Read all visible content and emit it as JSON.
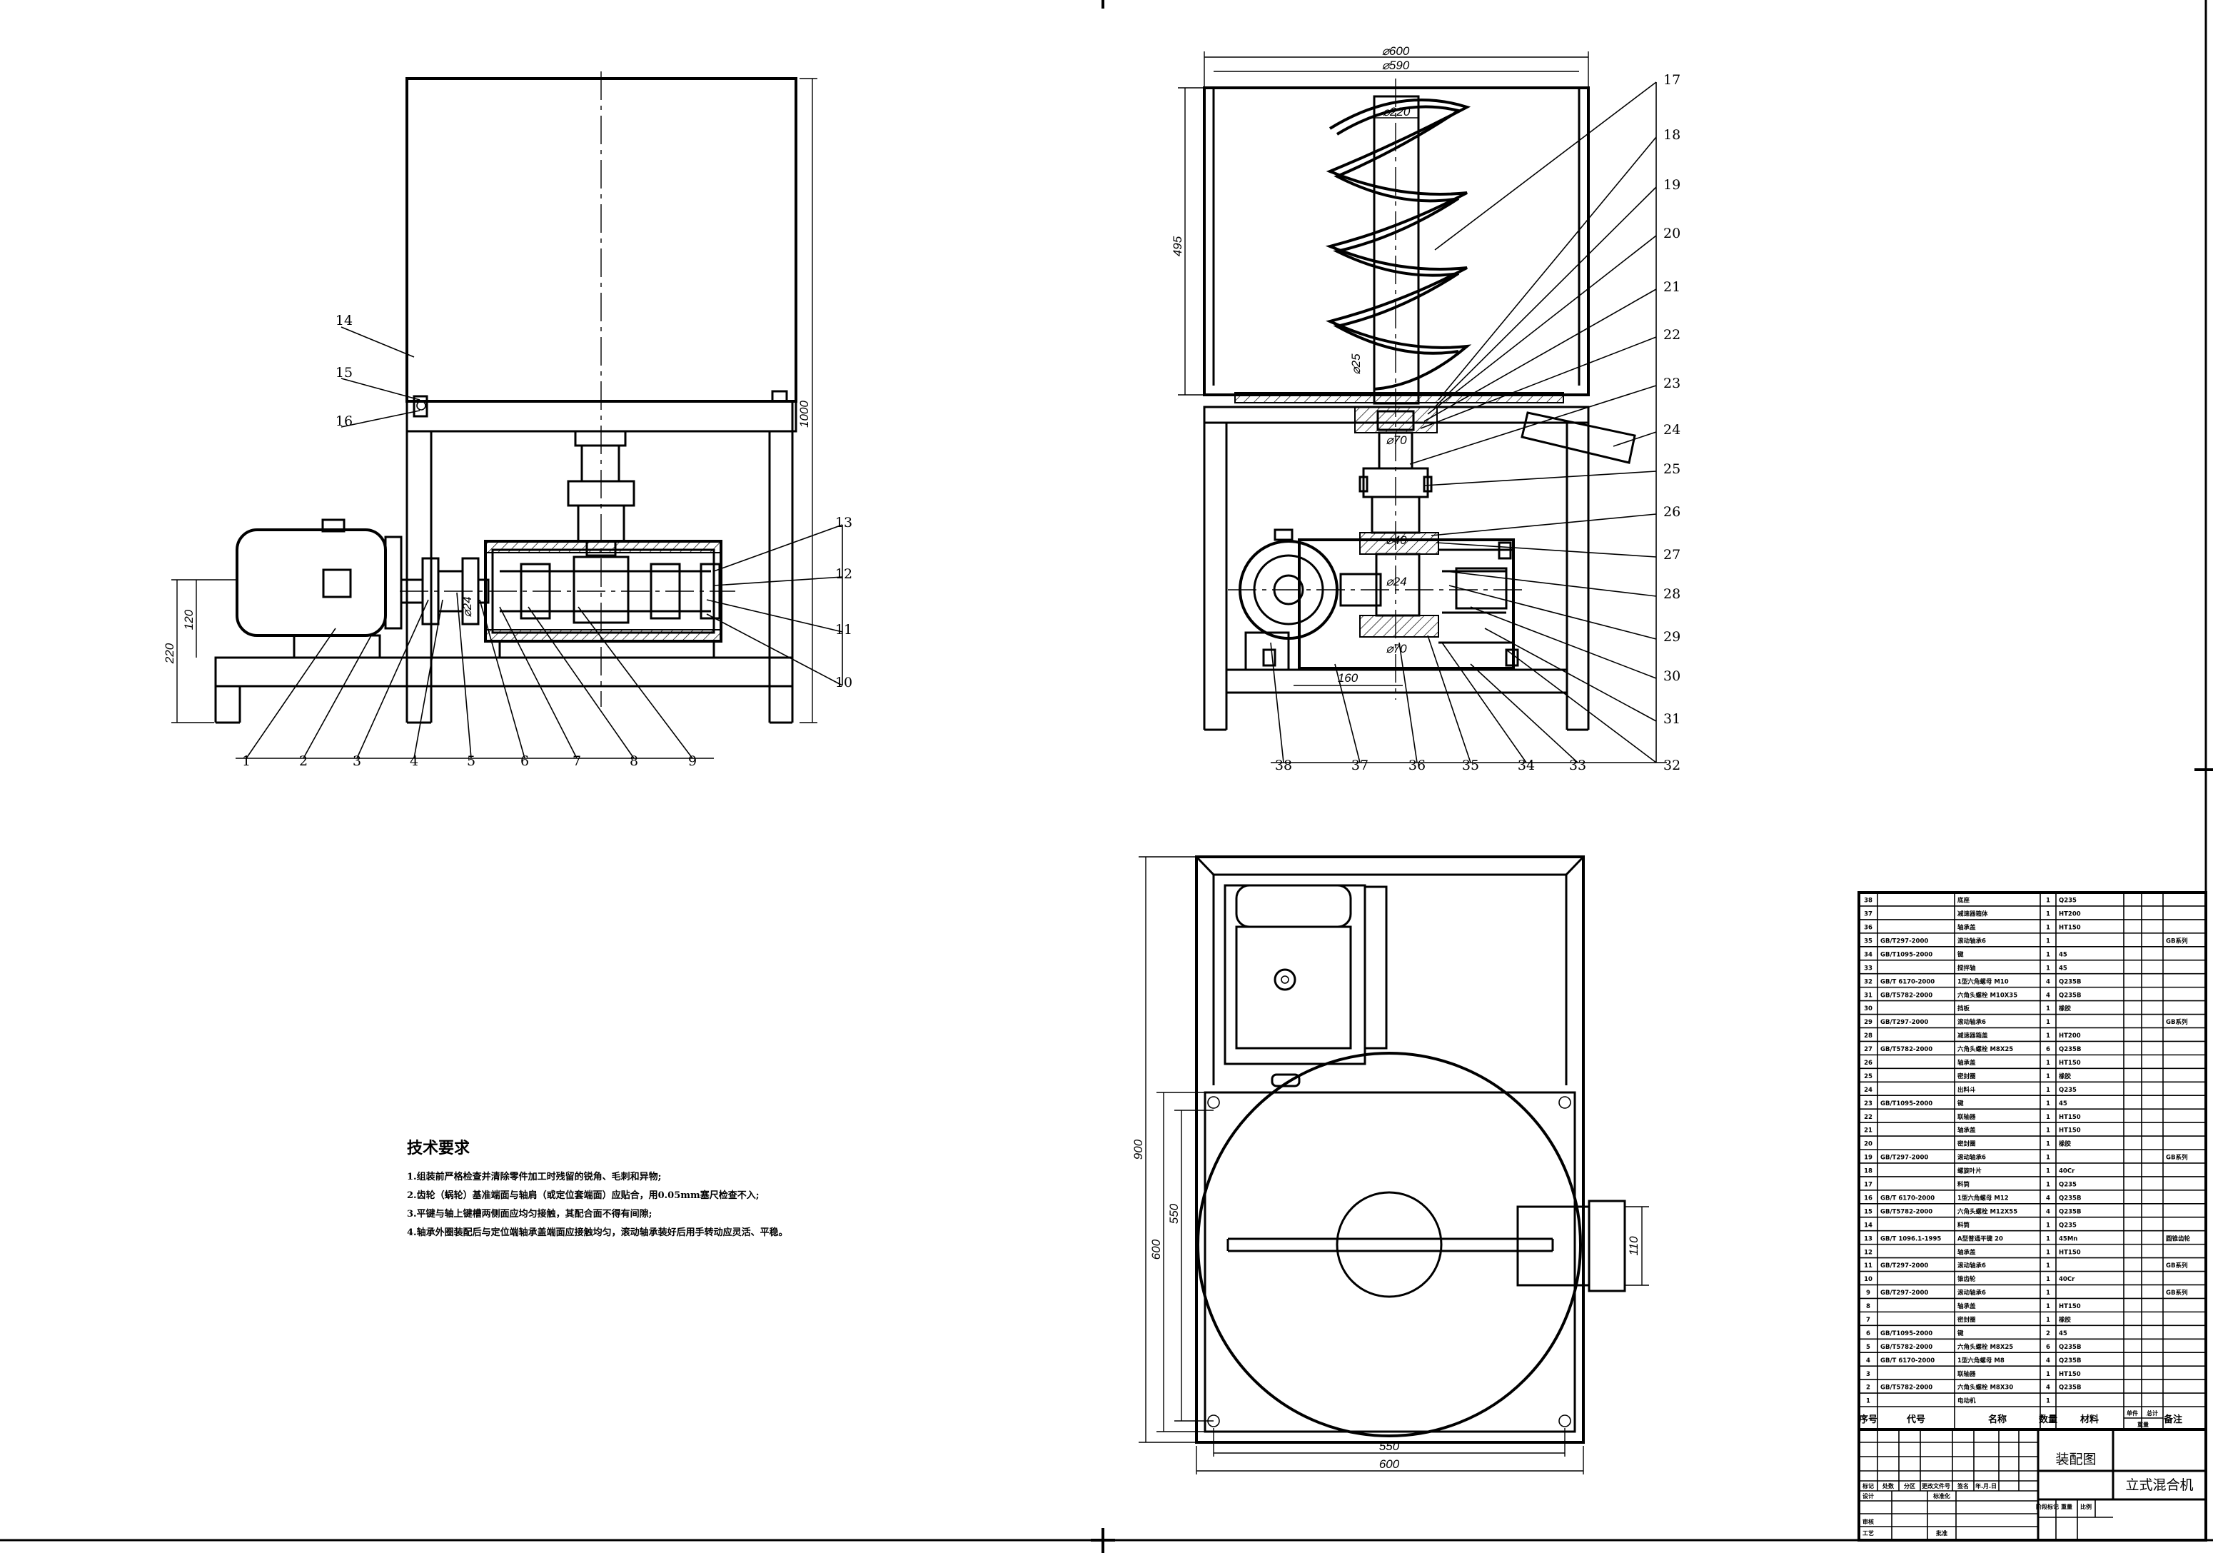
{
  "left_view": {
    "callouts": [
      "1",
      "2",
      "3",
      "4",
      "5",
      "6",
      "7",
      "8",
      "9",
      "10",
      "11",
      "12",
      "13",
      "14",
      "15",
      "16"
    ],
    "dims": {
      "height_total": "1000",
      "height_axis": "220",
      "height_motor": "120",
      "shaft_dia": "⌀24"
    }
  },
  "right_view": {
    "callouts": [
      "17",
      "18",
      "19",
      "20",
      "21",
      "22",
      "23",
      "24",
      "25",
      "26",
      "27",
      "28",
      "29",
      "30",
      "31",
      "32",
      "33",
      "34",
      "35",
      "36",
      "37",
      "38"
    ],
    "dims": {
      "outer_dia": "⌀600",
      "inner_dia": "⌀590",
      "screw_dia": "⌀220",
      "hopper_height": "495",
      "shaft_a": "⌀25",
      "bore_a": "⌀70",
      "bore_b": "⌀40",
      "bore_c": "⌀24",
      "bore_d": "⌀70",
      "base_len": "160"
    }
  },
  "plan_view": {
    "dims": {
      "depth_total": "900",
      "depth_frame": "600",
      "depth_inner": "550",
      "width_inner": "550",
      "width_total": "600",
      "spout": "110"
    }
  },
  "notes": {
    "title": "技术要求",
    "lines": [
      "1.组装前严格检查并清除零件加工时残留的锐角、毛刺和异物;",
      "2.齿轮（蜗轮）基准端面与轴肩（或定位套端面）应贴合，用0.05mm塞尺检查不入;",
      "3.平键与轴上键槽两侧面应均匀接触，其配合面不得有间隙;",
      "4.轴承外圈装配后与定位端轴承盖端面应接触均匀，滚动轴承装好后用手转动应灵活、平稳。"
    ]
  },
  "bom": {
    "header": {
      "no": "序号",
      "code": "代号",
      "name": "名称",
      "qty": "数量",
      "material": "材料",
      "single": "单件",
      "total": "总计",
      "weight": "重量",
      "remark": "备注"
    },
    "rows": [
      [
        "38",
        "",
        "底座",
        "1",
        "Q235",
        ""
      ],
      [
        "37",
        "",
        "减速器箱体",
        "1",
        "HT200",
        ""
      ],
      [
        "36",
        "",
        "轴承盖",
        "1",
        "HT150",
        ""
      ],
      [
        "35",
        "GB/T297-2000",
        "滚动轴承6",
        "1",
        "",
        "GB系列"
      ],
      [
        "34",
        "GB/T1095-2000",
        "键",
        "1",
        "45",
        ""
      ],
      [
        "33",
        "",
        "搅拌轴",
        "1",
        "45",
        ""
      ],
      [
        "32",
        "GB/T 6170-2000",
        "1型六角螺母 M10",
        "4",
        "Q235B",
        ""
      ],
      [
        "31",
        "GB/T5782-2000",
        "六角头螺栓 M10X35",
        "4",
        "Q235B",
        ""
      ],
      [
        "30",
        "",
        "挡板",
        "1",
        "橡胶",
        ""
      ],
      [
        "29",
        "GB/T297-2000",
        "滚动轴承6",
        "1",
        "",
        "GB系列"
      ],
      [
        "28",
        "",
        "减速器箱盖",
        "1",
        "HT200",
        ""
      ],
      [
        "27",
        "GB/T5782-2000",
        "六角头螺栓 M8X25",
        "6",
        "Q235B",
        ""
      ],
      [
        "26",
        "",
        "轴承盖",
        "1",
        "HT150",
        ""
      ],
      [
        "25",
        "",
        "密封圈",
        "1",
        "橡胶",
        ""
      ],
      [
        "24",
        "",
        "出料斗",
        "1",
        "Q235",
        ""
      ],
      [
        "23",
        "GB/T1095-2000",
        "键",
        "1",
        "45",
        ""
      ],
      [
        "22",
        "",
        "联轴器",
        "1",
        "HT150",
        ""
      ],
      [
        "21",
        "",
        "轴承盖",
        "1",
        "HT150",
        ""
      ],
      [
        "20",
        "",
        "密封圈",
        "1",
        "橡胶",
        ""
      ],
      [
        "19",
        "GB/T297-2000",
        "滚动轴承6",
        "1",
        "",
        "GB系列"
      ],
      [
        "18",
        "",
        "螺旋叶片",
        "1",
        "40Cr",
        ""
      ],
      [
        "17",
        "",
        "料筒",
        "1",
        "Q235",
        ""
      ],
      [
        "16",
        "GB/T 6170-2000",
        "1型六角螺母 M12",
        "4",
        "Q235B",
        ""
      ],
      [
        "15",
        "GB/T5782-2000",
        "六角头螺栓 M12X55",
        "4",
        "Q235B",
        ""
      ],
      [
        "14",
        "",
        "料筒",
        "1",
        "Q235",
        ""
      ],
      [
        "13",
        "GB/T 1096.1-1995",
        "A型普通平键 20",
        "1",
        "45Mn",
        "圆锥齿轮"
      ],
      [
        "12",
        "",
        "轴承盖",
        "1",
        "HT150",
        ""
      ],
      [
        "11",
        "GB/T297-2000",
        "滚动轴承6",
        "1",
        "",
        "GB系列"
      ],
      [
        "10",
        "",
        "锥齿轮",
        "1",
        "40Cr",
        ""
      ],
      [
        "9",
        "GB/T297-2000",
        "滚动轴承6",
        "1",
        "",
        "GB系列"
      ],
      [
        "8",
        "",
        "轴承盖",
        "1",
        "HT150",
        ""
      ],
      [
        "7",
        "",
        "密封圈",
        "1",
        "橡胶",
        ""
      ],
      [
        "6",
        "GB/T1095-2000",
        "键",
        "2",
        "45",
        ""
      ],
      [
        "5",
        "GB/T5782-2000",
        "六角头螺栓 M8X25",
        "6",
        "Q235B",
        ""
      ],
      [
        "4",
        "GB/T 6170-2000",
        "1型六角螺母 M8",
        "4",
        "Q235B",
        ""
      ],
      [
        "3",
        "",
        "联轴器",
        "1",
        "HT150",
        ""
      ],
      [
        "2",
        "GB/T5782-2000",
        "六角头螺栓 M8X30",
        "4",
        "Q235B",
        ""
      ],
      [
        "1",
        "",
        "电动机",
        "1",
        "",
        ""
      ]
    ]
  },
  "title_block": {
    "drawing_type": "装配图",
    "product": "立式混合机",
    "labels": [
      "标记",
      "处数",
      "分区",
      "更改文件号",
      "签名",
      "年.月.日",
      "设计",
      "标准化",
      "阶段标记",
      "重量",
      "比例",
      "审核",
      "工艺",
      "批准"
    ]
  }
}
